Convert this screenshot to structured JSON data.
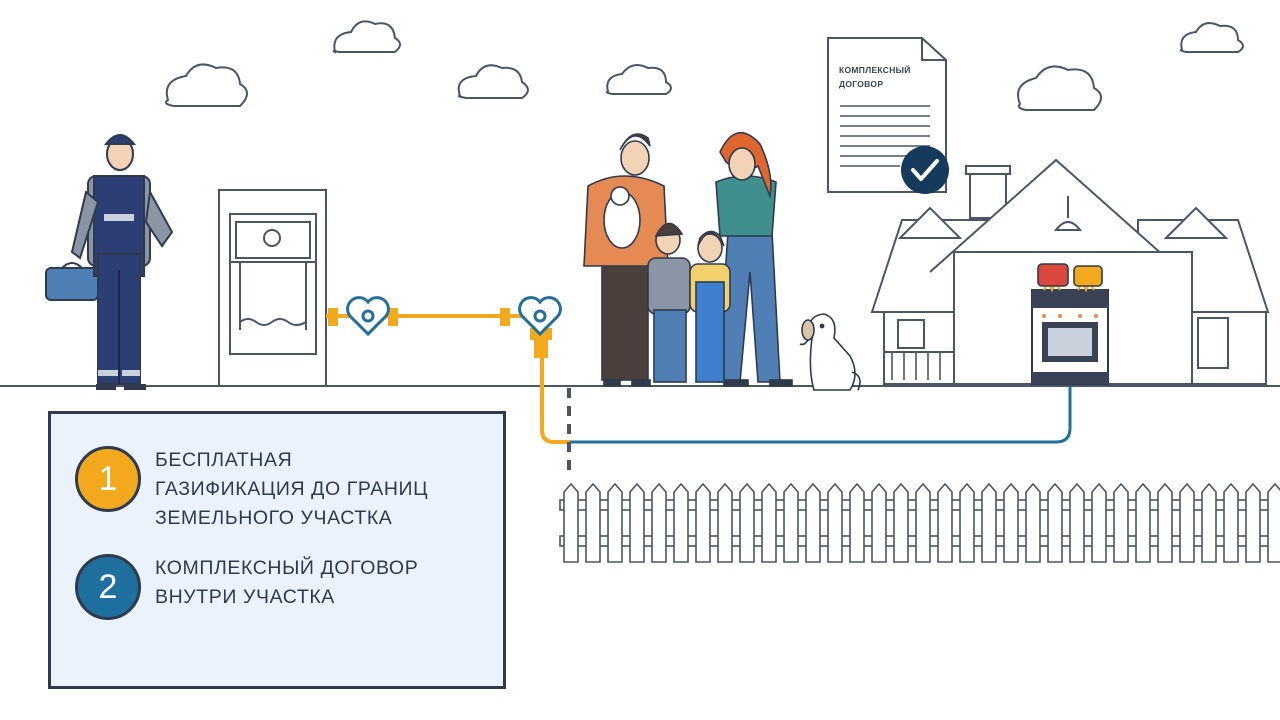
{
  "document": {
    "title_line1": "КОМПЛЕКСНЫЙ",
    "title_line2": "ДОГОВОР"
  },
  "legend": {
    "items": [
      {
        "number": "1",
        "color": "#f2a91e",
        "lines": [
          "БЕСПЛАТНАЯ",
          "ГАЗИФИКАЦИЯ ДО ГРАНИЦ",
          "ЗЕМЕЛЬНОГО УЧАСТКА"
        ]
      },
      {
        "number": "2",
        "color": "#1f6f9f",
        "lines": [
          "КОМПЛЕКСНЫЙ ДОГОВОР",
          "ВНУТРИ УЧАСТКА"
        ]
      }
    ]
  },
  "colors": {
    "outer_pipe": "#f2a91e",
    "inner_pipe": "#1f6f9f",
    "check_badge": "#163a5c",
    "flame": "#f2a91e"
  },
  "icons": [
    "check-icon",
    "gas-valve-icon",
    "heart-logo-icon",
    "cloud-icon",
    "gas-stove-icon"
  ]
}
